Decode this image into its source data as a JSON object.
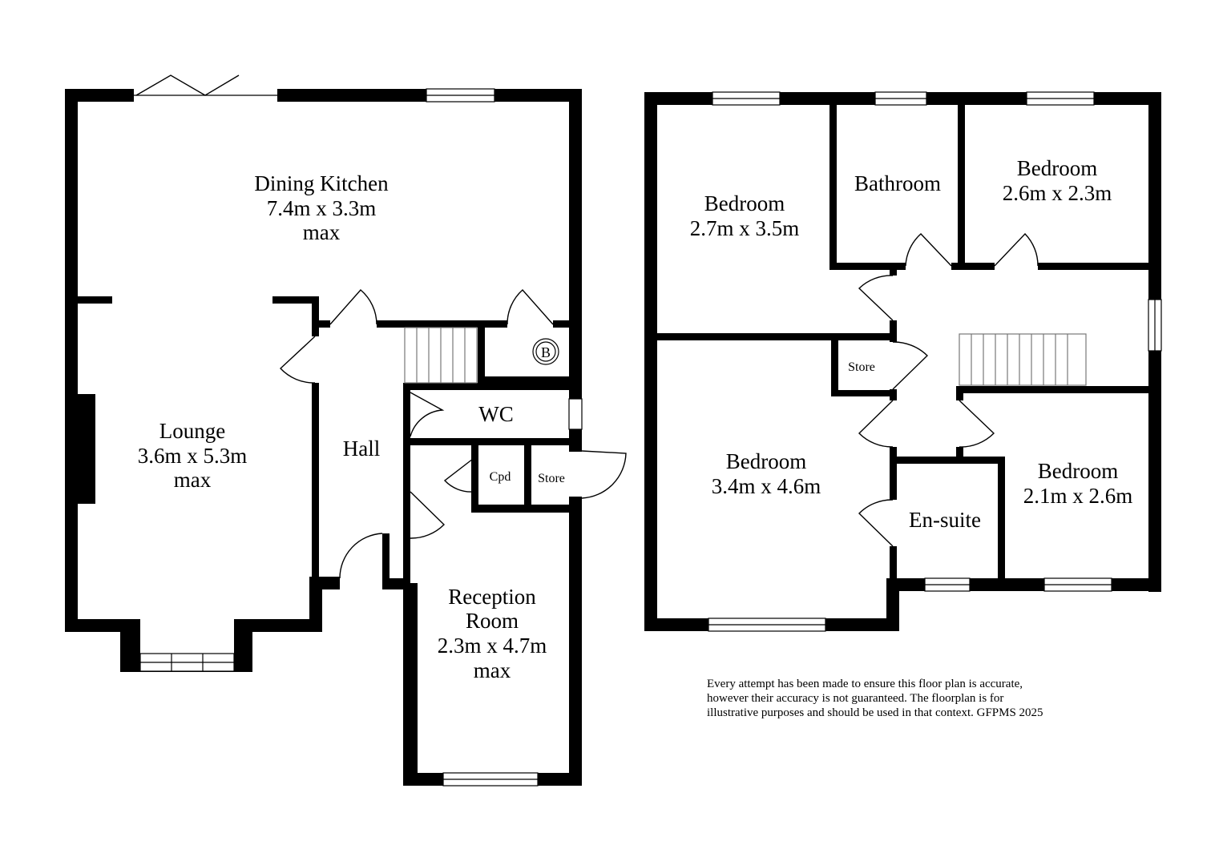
{
  "ground_floor": {
    "dining_kitchen": {
      "name": "Dining Kitchen",
      "size": "7.4m x 3.3m",
      "note": "max"
    },
    "lounge": {
      "name": "Lounge",
      "size": "3.6m x 5.3m",
      "note": "max"
    },
    "hall": {
      "name": "Hall"
    },
    "wc": {
      "name": "WC"
    },
    "cpd": {
      "name": "Cpd"
    },
    "store": {
      "name": "Store"
    },
    "reception_room": {
      "name_line1": "Reception",
      "name_line2": "Room",
      "size": "2.3m x 4.7m",
      "note": "max"
    },
    "boiler_symbol": "B"
  },
  "first_floor": {
    "bedroom_1": {
      "name": "Bedroom",
      "size": "2.7m x 3.5m"
    },
    "bathroom": {
      "name": "Bathroom"
    },
    "bedroom_2": {
      "name": "Bedroom",
      "size": "2.6m x 2.3m"
    },
    "store": {
      "name": "Store"
    },
    "bedroom_3": {
      "name": "Bedroom",
      "size": "3.4m x 4.6m"
    },
    "en_suite": {
      "name": "En-suite"
    },
    "bedroom_4": {
      "name": "Bedroom",
      "size": "2.1m x 2.6m"
    }
  },
  "disclaimer": {
    "line1": "Every attempt has been made to ensure this floor plan is accurate,",
    "line2": "however their accuracy is not guaranteed. The floorplan is for",
    "line3": "illustrative purposes and should be used in that context. GFPMS 2025"
  }
}
